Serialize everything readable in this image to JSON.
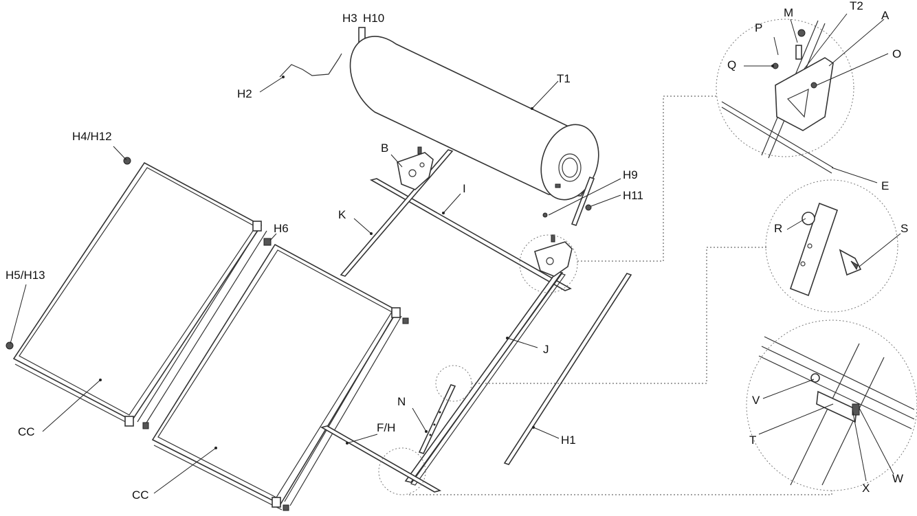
{
  "colors": {
    "line": "#333333",
    "background": "#ffffff",
    "text": "#111111"
  },
  "labels": {
    "h3": "H3",
    "h10": "H10",
    "h2": "H2",
    "t1": "T1",
    "h4_h12": "H4/H12",
    "h5_h13": "H5/H13",
    "h6": "H6",
    "b": "B",
    "i": "I",
    "k": "K",
    "h9": "H9",
    "h11": "H11",
    "j": "J",
    "n": "N",
    "f_h": "F/H",
    "h1": "H1",
    "cc_left": "CC",
    "cc_right": "CC",
    "t2": "T2",
    "m": "M",
    "p": "P",
    "q": "Q",
    "a": "A",
    "o": "O",
    "e": "E",
    "r": "R",
    "s": "S",
    "v": "V",
    "t": "T",
    "x": "X",
    "w": "W"
  }
}
